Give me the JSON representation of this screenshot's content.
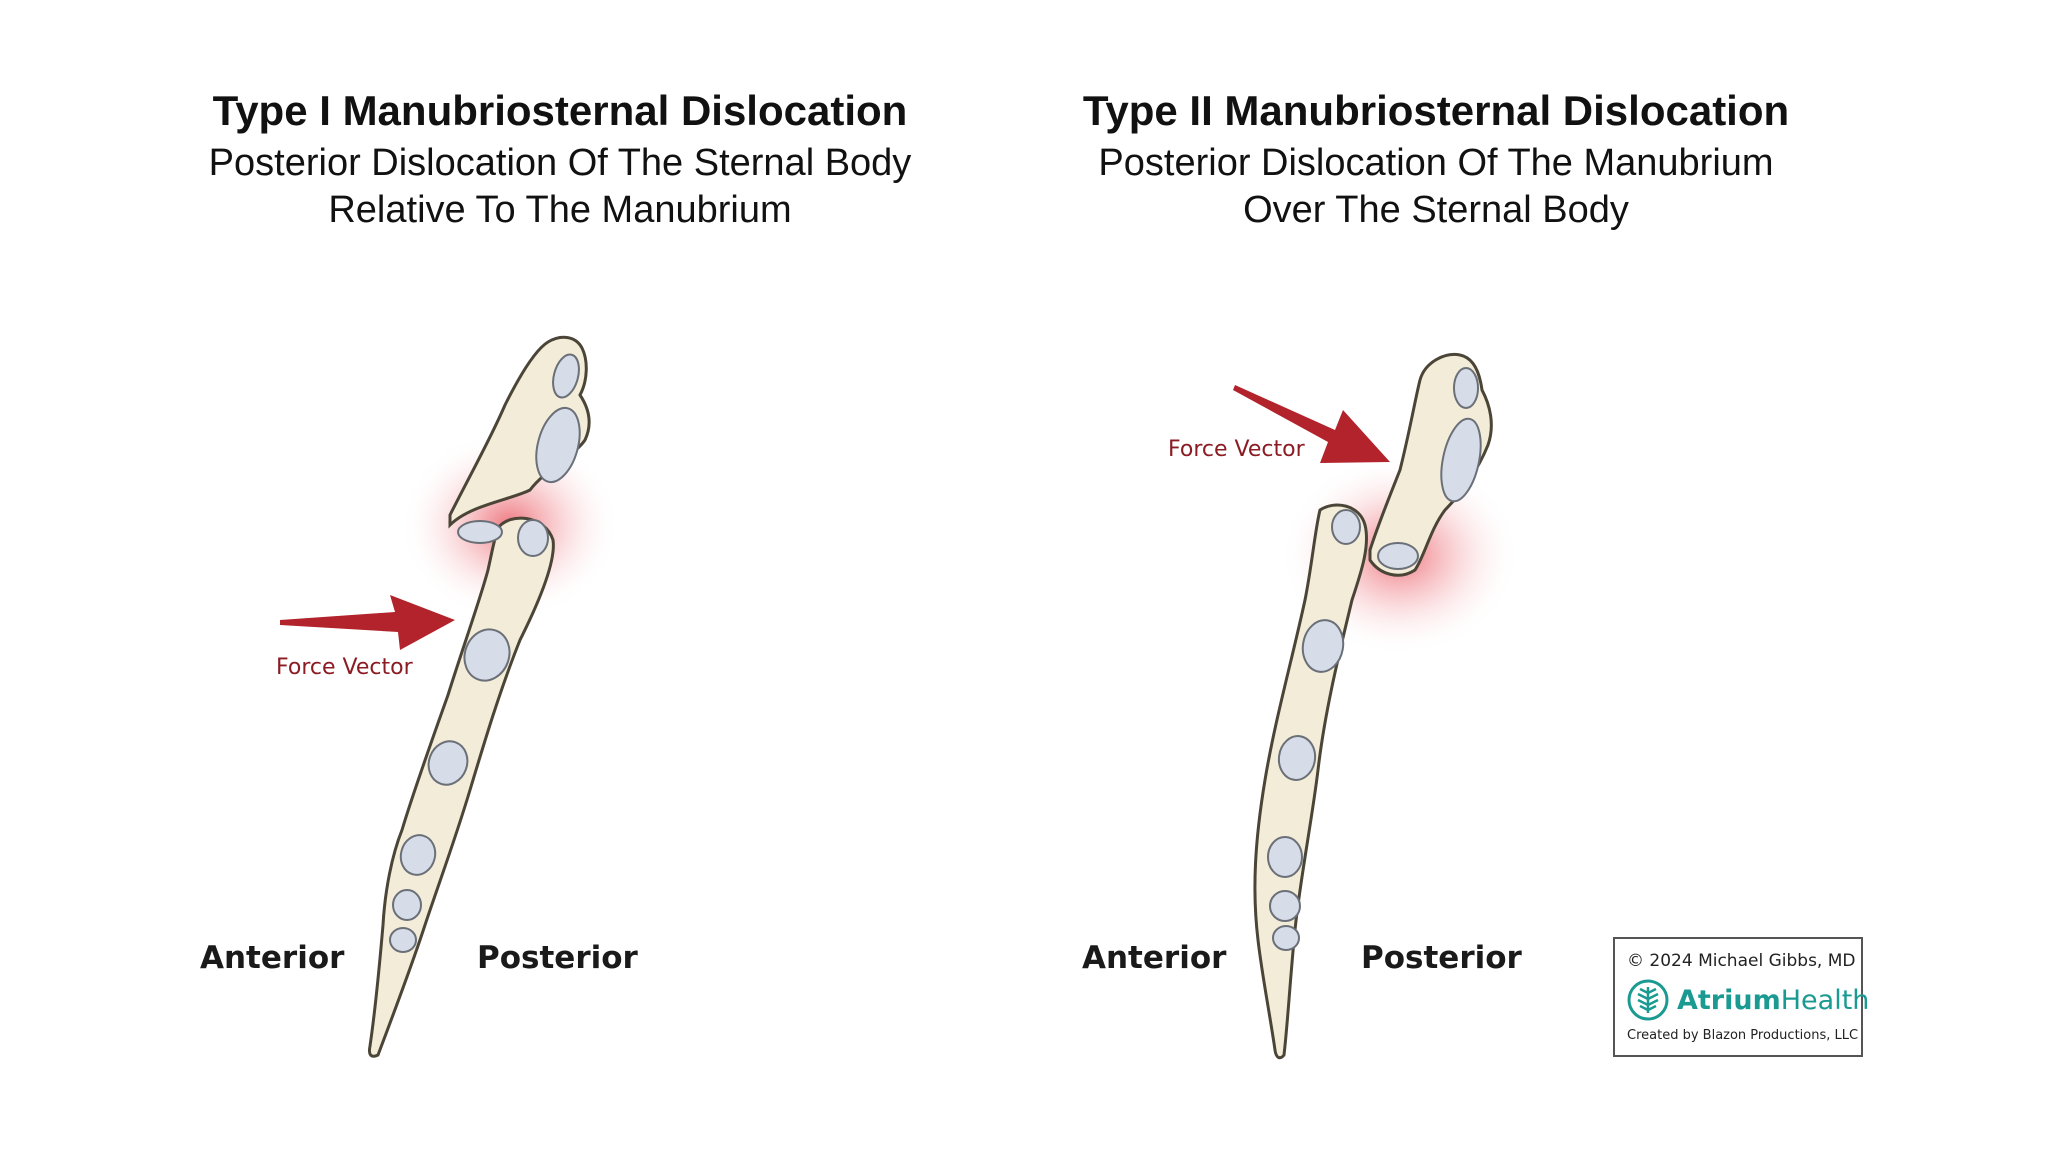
{
  "left_panel": {
    "title": "Type I Manubriosternal Dislocation",
    "subtitle_line1": "Posterior Dislocation Of The Sternal Body",
    "subtitle_line2": "Relative To The Manubrium",
    "force_label": "Force Vector",
    "anterior_label": "Anterior",
    "posterior_label": "Posterior"
  },
  "right_panel": {
    "title": "Type II Manubriosternal Dislocation",
    "subtitle_line1": "Posterior Dislocation Of The Manubrium",
    "subtitle_line2": "Over The Sternal Body",
    "force_label": "Force Vector",
    "anterior_label": "Anterior",
    "posterior_label": "Posterior"
  },
  "credit": {
    "copyright": "© 2024 Michael Gibbs, MD",
    "logo_word1": "Atrium",
    "logo_word2": "Health",
    "created_by": "Created by Blazon Productions, LLC"
  },
  "colors": {
    "bone": "#f3ecd8",
    "bone_outline": "#4b4538",
    "cartilage": "#d6dde8",
    "arrow": "#b2232b",
    "glow": "#e84a55",
    "logo": "#1b9a92"
  },
  "icons": [
    "atrium-health-leaf-icon",
    "force-arrow-icon"
  ]
}
